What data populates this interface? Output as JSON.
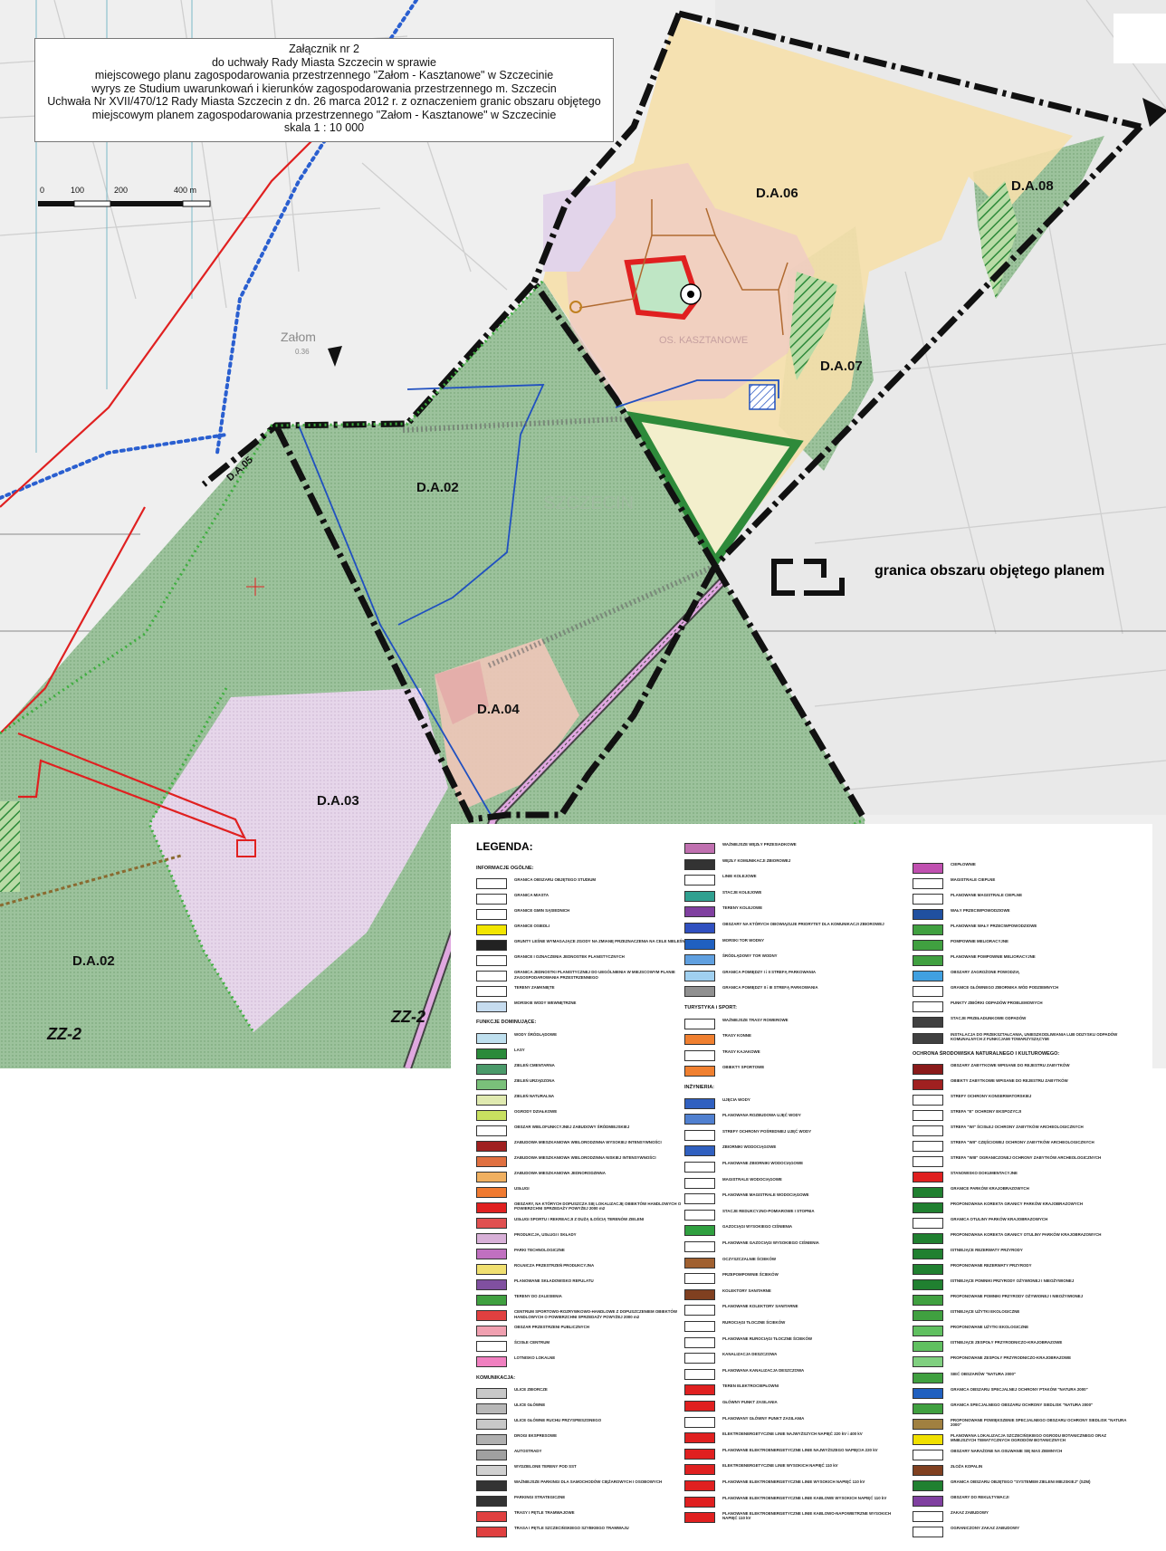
{
  "title_box": {
    "lines": [
      "Załącznik nr 2",
      "do uchwały Rady Miasta Szczecin w sprawie",
      "miejscowego planu zagospodarowania przestrzennego \"Załom - Kasztanowe\" w Szczecinie",
      "wyrys ze Studium uwarunkowań i kierunków zagospodarowania przestrzennego m. Szczecin",
      "Uchwała Nr XVII/470/12 Rady Miasta Szczecin z dn. 26 marca 2012 r. z oznaczeniem granic obszaru objętego",
      "miejscowym planem zagospodarowania przestrzennego \"Załom - Kasztanowe\" w Szczecinie",
      "skala 1 : 10 000"
    ]
  },
  "scale_bar": {
    "ticks": [
      "0",
      "100",
      "200",
      "400 m"
    ]
  },
  "zones": {
    "da06": "D.A.06",
    "da08": "D.A.08",
    "da07": "D.A.07",
    "da02": "D.A.02",
    "da04": "D.A.04",
    "da03": "D.A.03",
    "da02b": "D.A.02",
    "zz2a": "ZZ-2",
    "zz2b": "ZZ-2",
    "da05": "D.A.05"
  },
  "places": {
    "zalom": "Załom",
    "zalom_num": "0.36",
    "szczecin": "SZCZECIN",
    "kasztanowe": "OS. KASZTANOWE"
  },
  "boundary_label": "granica obszaru objętego planem",
  "colors": {
    "green_zone": "#8fb88f",
    "pink_zone": "#e6d3e6",
    "yellow_zone": "#f5e2a8",
    "boundary": "#111111",
    "red": "#e02020",
    "blue": "#2050c0"
  },
  "legend": {
    "title": "LEGENDA:",
    "col1": [
      {
        "section": "INFORMACJE OGÓLNE:"
      },
      {
        "swatch": "#ffffff",
        "icon": "boundary",
        "text": "GRANICA OBSZARU OBJĘTEGO STUDIUM"
      },
      {
        "swatch": "#ffffff",
        "icon": "boundary",
        "text": "GRANICA MIASTA"
      },
      {
        "swatch": "#ffffff",
        "icon": "boundary",
        "text": "GRANICE GMIN SĄSIEDNICH"
      },
      {
        "swatch": "#f2e600",
        "text": "GRANICE OSIEDLI"
      },
      {
        "swatch": "#222222",
        "text": "GRUNTY LEŚNE WYMAGAJĄCE ZGODY NA ZMIANĘ PRZEZNACZENIA NA CELE NIELEŚNE"
      },
      {
        "swatch": "#ffffff",
        "text": "GRANICE I OZNACZENIA JEDNOSTEK PLANISTYCZNYCH"
      },
      {
        "swatch": "#ffffff",
        "text": "GRANICA JEDNOSTKI PLANISTYCZNEJ DO UEGÓLNIENIA W MIEJSCOWYM PLANIE ZAGOSPODAROWANIA PRZESTRZENNEGO"
      },
      {
        "swatch": "#ffffff",
        "text": "TERENY ZAMKNIĘTE"
      },
      {
        "swatch": "#c6dcef",
        "text": "MORSKIE WODY WEWNĘTRZNE"
      },
      {
        "section": "FUNKCJE DOMINUJĄCE:"
      },
      {
        "swatch": "#bfe0ef",
        "text": "WODY ŚRÓDLĄDOWE"
      },
      {
        "swatch": "#2a8a3a",
        "text": "LASY"
      },
      {
        "swatch": "#4a9a6a",
        "text": "ZIELEŃ CMENTARNA"
      },
      {
        "swatch": "#7ac07a",
        "text": "ZIELEŃ URZĄDZONA"
      },
      {
        "swatch": "#e0eab0",
        "text": "ZIELEŃ NATURALNA"
      },
      {
        "swatch": "#c8e060",
        "text": "OGRODY DZIAŁKOWE"
      },
      {
        "swatch": "#ffffff",
        "text": "OBSZAR WIELOFUNKCYJNEJ ZABUDOWY ŚRÓDMIEJSKIEJ"
      },
      {
        "swatch": "#a02020",
        "text": "ZABUDOWA MIESZKANIOWA WIELORODZINNA WYSOKIEJ INTENSYWNOŚCI"
      },
      {
        "swatch": "#e07040",
        "text": "ZABUDOWA MIESZKANIOWA WIELORODZINNA NISKIEJ INTENSYWNOŚCI"
      },
      {
        "swatch": "#f0b060",
        "text": "ZABUDOWA MIESZKANIOWA JEDNORODZINNA"
      },
      {
        "swatch": "#f07a30",
        "text": "USŁUGI"
      },
      {
        "swatch": "#e02020",
        "text": "OBSZARY, NA KTÓRYCH DOPUSZCZA SIĘ LOKALIZACJĘ OBIEKTÓW HANDLOWYCH O POWIERZCHNI SPRZEDAŻY POWYŻEJ 2000 m2"
      },
      {
        "swatch": "#e05050",
        "text": "USŁUGI SPORTU I REKREACJI Z DUŻĄ ILOŚCIĄ TERENÓW ZIELENI"
      },
      {
        "swatch": "#d8b0d8",
        "text": "PRODUKCJA, USŁUGI I SKŁADY"
      },
      {
        "swatch": "#c070c0",
        "text": "PARKI TECHNOLOGICZNE"
      },
      {
        "swatch": "#f0e070",
        "text": "ROLNICZA PRZESTRZEŃ PRODUKCYJNA"
      },
      {
        "swatch": "#8050a0",
        "text": "PLANOWANE SKŁADOWISKO REFULATU"
      },
      {
        "swatch": "#40a040",
        "text": "TERENY DO ZALESIENIA"
      },
      {
        "swatch": "#e04040",
        "text": "CENTRUM SPORTOWO-ROZRYWKOWO-HANDLOWE Z DOPUSZCZENIEM OBIEKTÓW HANDLOWYCH O POWIERZCHNI SPRZEDAŻY POWYŻEJ 2000 m2"
      },
      {
        "swatch": "#f0a0b0",
        "text": "OBSZAR PRZESTRZENI PUBLICZNYCH"
      },
      {
        "swatch": "#ffffff",
        "text": "ŚCISŁE CENTRUM"
      },
      {
        "swatch": "#f080c0",
        "text": "LOTNISKO LOKALNE"
      },
      {
        "section": "KOMUNIKACJA:"
      },
      {
        "swatch": "#c8c8c8",
        "text": "ULICE ZBIORCZE"
      },
      {
        "swatch": "#b8b8b8",
        "text": "ULICE GŁÓWNE"
      },
      {
        "swatch": "#c8c8c8",
        "text": "ULICE GŁÓWNE RUCHU PRZYSPIESZONEGO"
      },
      {
        "swatch": "#b0b0b0",
        "text": "DROGI EKSPRESOWE"
      },
      {
        "swatch": "#a0a0a0",
        "text": "AUTOSTRADY"
      },
      {
        "swatch": "#d0d0d0",
        "text": "WYDZIELONE TERENY POD SST"
      },
      {
        "swatch": "#333333",
        "text": "WAŻNIEJSZE PARKINGI DLA SAMOCHODÓW CIĘŻAROWYCH I OSOBOWYCH"
      },
      {
        "swatch": "#333333",
        "text": "PARKINGI STRATEGICZNE"
      },
      {
        "swatch": "#e04040",
        "text": "TRASY I PĘTLE TRAMWAJOWE"
      },
      {
        "swatch": "#e04040",
        "text": "TRASA I PĘTLE SZCZECIŃSKIEGO SZYBKIEGO TRAMWAJU"
      }
    ],
    "col2": [
      {
        "swatch": "#c070b0",
        "text": "WAŻNIEJSZE WĘZŁY PRZESIADKOWE"
      },
      {
        "swatch": "#333333",
        "text": "WĘZŁY KOMUNIKACJI ZBIOROWEJ"
      },
      {
        "swatch": "#ffffff",
        "text": "LINIE KOLEJOWE"
      },
      {
        "swatch": "#30a090",
        "text": "STACJE KOLEJOWE"
      },
      {
        "swatch": "#8040a0",
        "text": "TERENY KOLEJOWE"
      },
      {
        "swatch": "#3050c0",
        "text": "OBSZARY NA KTÓRYCH OBOWIĄZUJE PRIORYTET DLA KOMUNIKACJI ZBIOROWEJ"
      },
      {
        "swatch": "#2060c0",
        "text": "MORSKI TOR WODNY"
      },
      {
        "swatch": "#60a0e0",
        "text": "ŚRÓDLĄDOWY TOR WODNY"
      },
      {
        "swatch": "#a0d0f0",
        "text": "GRANICA POMIĘDZY I i II STREFĄ PARKOWANIA"
      },
      {
        "swatch": "#909090",
        "text": "GRANICA POMIĘDZY II i III STREFĄ PARKOWANIA"
      },
      {
        "section": "TURYSTYKA i SPORT:"
      },
      {
        "swatch": "#ffffff",
        "text": "WAŻNIEJSZE TRASY ROWEROWE"
      },
      {
        "swatch": "#f08030",
        "text": "TRASY KONNE"
      },
      {
        "swatch": "#ffffff",
        "text": "TRASY KAJAKOWE"
      },
      {
        "swatch": "#f08030",
        "text": "OBIEKTY SPORTOWE"
      },
      {
        "section": "INŻYNIERIA:"
      },
      {
        "swatch": "#3060c0",
        "text": "UJĘCIA WODY"
      },
      {
        "swatch": "#5080d0",
        "text": "PLANOWANA ROZBUDOWA UJĘĆ WODY"
      },
      {
        "swatch": "#ffffff",
        "text": "STREFY OCHRONY POŚREDNIEJ UJĘĆ WODY"
      },
      {
        "swatch": "#3060c0",
        "text": "ZBIORNIKI WODOCIĄGOWE"
      },
      {
        "swatch": "#ffffff",
        "text": "PLANOWANE ZBIORNIKI WODOCIĄGOWE"
      },
      {
        "swatch": "#ffffff",
        "text": "MAGISTRALE WODOCIĄGOWE"
      },
      {
        "swatch": "#ffffff",
        "text": "PLANOWANE MAGISTRALE WODOCIĄGOWE"
      },
      {
        "swatch": "#ffffff",
        "text": "STACJE REDUKCYJNO-POMIAROWE I STOPNIA"
      },
      {
        "swatch": "#30a040",
        "text": "GAZOCIĄGI WYSOKIEGO CIŚNIENIA"
      },
      {
        "swatch": "#ffffff",
        "text": "PLANOWANE GAZOCIĄGI WYSOKIEGO CIŚNIENIA"
      },
      {
        "swatch": "#a06030",
        "text": "OCZYSZCZALNIE ŚCIEKÓW"
      },
      {
        "swatch": "#ffffff",
        "text": "PRZEPOMPOWNIE ŚCIEKÓW"
      },
      {
        "swatch": "#804020",
        "text": "KOLEKTORY SANITARNE"
      },
      {
        "swatch": "#ffffff",
        "text": "PLANOWANE KOLEKTORY SANITARNE"
      },
      {
        "swatch": "#ffffff",
        "text": "RUROCIĄGI TŁOCZNE ŚCIEKÓW"
      },
      {
        "swatch": "#ffffff",
        "text": "PLANOWANE RUROCIĄGI TŁOCZNE ŚCIEKÓW"
      },
      {
        "swatch": "#ffffff",
        "text": "KANALIZACJA DESZCZOWA"
      },
      {
        "swatch": "#ffffff",
        "text": "PLANOWANA KANALIZACJA DESZCZOWA"
      },
      {
        "swatch": "#e02020",
        "text": "TEREN ELEKTROCIEPŁOWNI"
      },
      {
        "swatch": "#e02020",
        "text": "GŁÓWNY PUNKT ZASILANIA"
      },
      {
        "swatch": "#ffffff",
        "text": "PLANOWANY GŁÓWNY PUNKT ZASILANIA"
      },
      {
        "swatch": "#e02020",
        "text": "ELEKTROENERGETYCZNE LINIE NAJWYŻSZYCH NAPIĘĆ 220 kV i 400 kV"
      },
      {
        "swatch": "#e02020",
        "text": "PLANOWANE ELEKTROENERGETYCZNE LINIE NAJWYŻSZEGO NAPIĘCIA 220 kV"
      },
      {
        "swatch": "#e02020",
        "text": "ELEKTROENERGETYCZNE LINIE WYSOKICH NAPIĘĆ 110 kV"
      },
      {
        "swatch": "#e02020",
        "text": "PLANOWANE ELEKTROENERGETYCZNE LINIE WYSOKICH NAPIĘĆ 110 kV"
      },
      {
        "swatch": "#e02020",
        "text": "PLANOWANE ELEKTROENERGETYCZNE LINIE KABLOWE WYSOKICH NAPIĘĆ 110 kV"
      },
      {
        "swatch": "#e02020",
        "text": "PLANOWANE ELEKTROENERGETYCZNE LINIE KABLOWO-NAPOWIETRZNE WYSOKICH NAPIĘĆ 110 kV"
      }
    ],
    "col3": [
      {
        "swatch": "#c050b0",
        "text": "CIEPŁOWNIE"
      },
      {
        "swatch": "#ffffff",
        "text": "MAGISTRALE CIEPLNE"
      },
      {
        "swatch": "#ffffff",
        "text": "PLANOWANE MAGISTRALE CIEPLNE"
      },
      {
        "swatch": "#2050a0",
        "text": "WAŁY PRZECIWPOWODZIOWE"
      },
      {
        "swatch": "#40a040",
        "text": "PLANOWANE WAŁY PRZECIWPOWODZIOWE"
      },
      {
        "swatch": "#40a040",
        "text": "POMPOWNIE MELIORACYJNE"
      },
      {
        "swatch": "#40a040",
        "text": "PLANOWANE POMPOWNIE MELIORACYJNE"
      },
      {
        "swatch": "#40a0e0",
        "text": "OBSZARY ZAGROŻONE POWODZIĄ"
      },
      {
        "swatch": "#ffffff",
        "text": "GRANICE GŁÓWNEGO ZBIORNIKA WÓD PODZIEMNYCH"
      },
      {
        "swatch": "#ffffff",
        "text": "PUNKTY ZBIÓRKI ODPADÓW PROBLEMOWYCH"
      },
      {
        "swatch": "#404040",
        "text": "STACJE PRZEŁADUNKOWE ODPADÓW"
      },
      {
        "swatch": "#404040",
        "text": "INSTALACJA DO PRZEKSZTAŁCANIA, UNIESZKODLIWIANIA LUB ODZYSKU ODPADÓW KOMUNALNYCH Z FUNKCJAMI TOWARZYSZĄCYMI"
      },
      {
        "section": "OCHRONA ŚRODOWISKA NATURALNEGO I KULTUROWEGO:"
      },
      {
        "swatch": "#8a1a1a",
        "text": "OBSZARY ZABYTKOWE WPISANE DO REJESTRU ZABYTKÓW"
      },
      {
        "swatch": "#a02020",
        "text": "OBIEKTY ZABYTKOWE WPISANE DO REJESTRU ZABYTKÓW"
      },
      {
        "swatch": "#ffffff",
        "text": "STREFY OCHRONY KONSERWATORSKIEJ"
      },
      {
        "swatch": "#ffffff",
        "text": "STREFA \"E\" OCHRONY EKSPOZYCJI"
      },
      {
        "swatch": "#ffffff",
        "text": "STREFA \"WI\" ŚCISŁEJ OCHRONY ZABYTKÓW ARCHEOLOGICZNYCH"
      },
      {
        "swatch": "#ffffff",
        "text": "STREFA \"WII\" CZĘŚCIOWEJ OCHRONY ZABYTKÓW ARCHEOLOGICZNYCH"
      },
      {
        "swatch": "#ffffff",
        "text": "STREFA \"WIII\" OGRANICZONEJ OCHRONY ZABYTKÓW ARCHEOLOGICZNYCH"
      },
      {
        "swatch": "#e02020",
        "text": "STANOWISKO DOKUMENTACYJNE"
      },
      {
        "swatch": "#208030",
        "text": "GRANICE PARKÓW KRAJOBRAZOWYCH"
      },
      {
        "swatch": "#208030",
        "text": "PROPONOWANA KOREKTA GRANICY PARKÓW KRAJOBRAZOWYCH"
      },
      {
        "swatch": "#ffffff",
        "text": "GRANICA OTULINY PARKÓW KRAJOBRAZOWYCH"
      },
      {
        "swatch": "#208030",
        "text": "PROPONOWANA KOREKTA GRANICY OTULINY PARKÓW KRAJOBRAZOWYCH"
      },
      {
        "swatch": "#208030",
        "text": "ISTNIEJĄCE REZERWATY PRZYRODY"
      },
      {
        "swatch": "#208030",
        "text": "PROPONOWANE REZERWATY PRZYRODY"
      },
      {
        "swatch": "#208030",
        "text": "ISTNIEJĄCE POMNIKI PRZYRODY OŻYWIONEJ I NIEOŻYWIONEJ"
      },
      {
        "swatch": "#40a040",
        "text": "PROPONOWANE POMNIKI PRZYRODY OŻYWIONEJ I NIEOŻYWIONEJ"
      },
      {
        "swatch": "#40a040",
        "text": "ISTNIEJĄCE UŻYTKI EKOLOGICZNE"
      },
      {
        "swatch": "#60c060",
        "text": "PROPONOWANE UŻYTKI EKOLOGICZNE"
      },
      {
        "swatch": "#60c060",
        "text": "ISTNIEJĄCE ZESPOŁY PRZYRODNICZO-KRAJOBRAZOWE"
      },
      {
        "swatch": "#80d080",
        "text": "PROPONOWANE ZESPOŁY PRZYRODNICZO-KRAJOBRAZOWE"
      },
      {
        "swatch": "#40a040",
        "text": "SIEĆ OBSZARÓW \"NATURA 2000\""
      },
      {
        "swatch": "#2060c0",
        "text": "GRANICA OBSZARU SPECJALNEJ OCHRONY PTAKÓW \"NATURA 2000\""
      },
      {
        "swatch": "#40a040",
        "text": "GRANICA SPECJALNEGO OBSZARU OCHRONY SIEDLISK \"NATURA 2000\""
      },
      {
        "swatch": "#a08040",
        "text": "PROPONOWANE POWIĘKSZENIE SPECJALNEGO OBSZARU OCHRONY SIEDLISK \"NATURA 2000\""
      },
      {
        "swatch": "#f0e000",
        "text": "PLANOWANA LOKALIZACJA SZCZECIŃSKIEGO OGRODU BOTANICZNEGO ORAZ MNIEJSZYCH TEMATYCZNYCH OGRODÓW BOTANICZNYCH"
      },
      {
        "swatch": "#ffffff",
        "text": "OBSZARY NARAŻONE NA OSUWANIE SIĘ MAS ZIEMNYCH"
      },
      {
        "swatch": "#804020",
        "text": "ZŁOŻA KOPALIN"
      },
      {
        "swatch": "#208030",
        "text": "GRANICA OBSZARU OBJĘTEGO \"SYSTEMEM ZIELENI MIEJSKIEJ\" (SZM)"
      },
      {
        "swatch": "#8040a0",
        "text": "OBSZARY DO REKULTYWACJI"
      },
      {
        "swatch": "#ffffff",
        "text": "ZAKAZ ZABUDOWY"
      },
      {
        "swatch": "#ffffff",
        "text": "OGRANICZONY ZAKAZ ZABUDOWY"
      }
    ]
  }
}
